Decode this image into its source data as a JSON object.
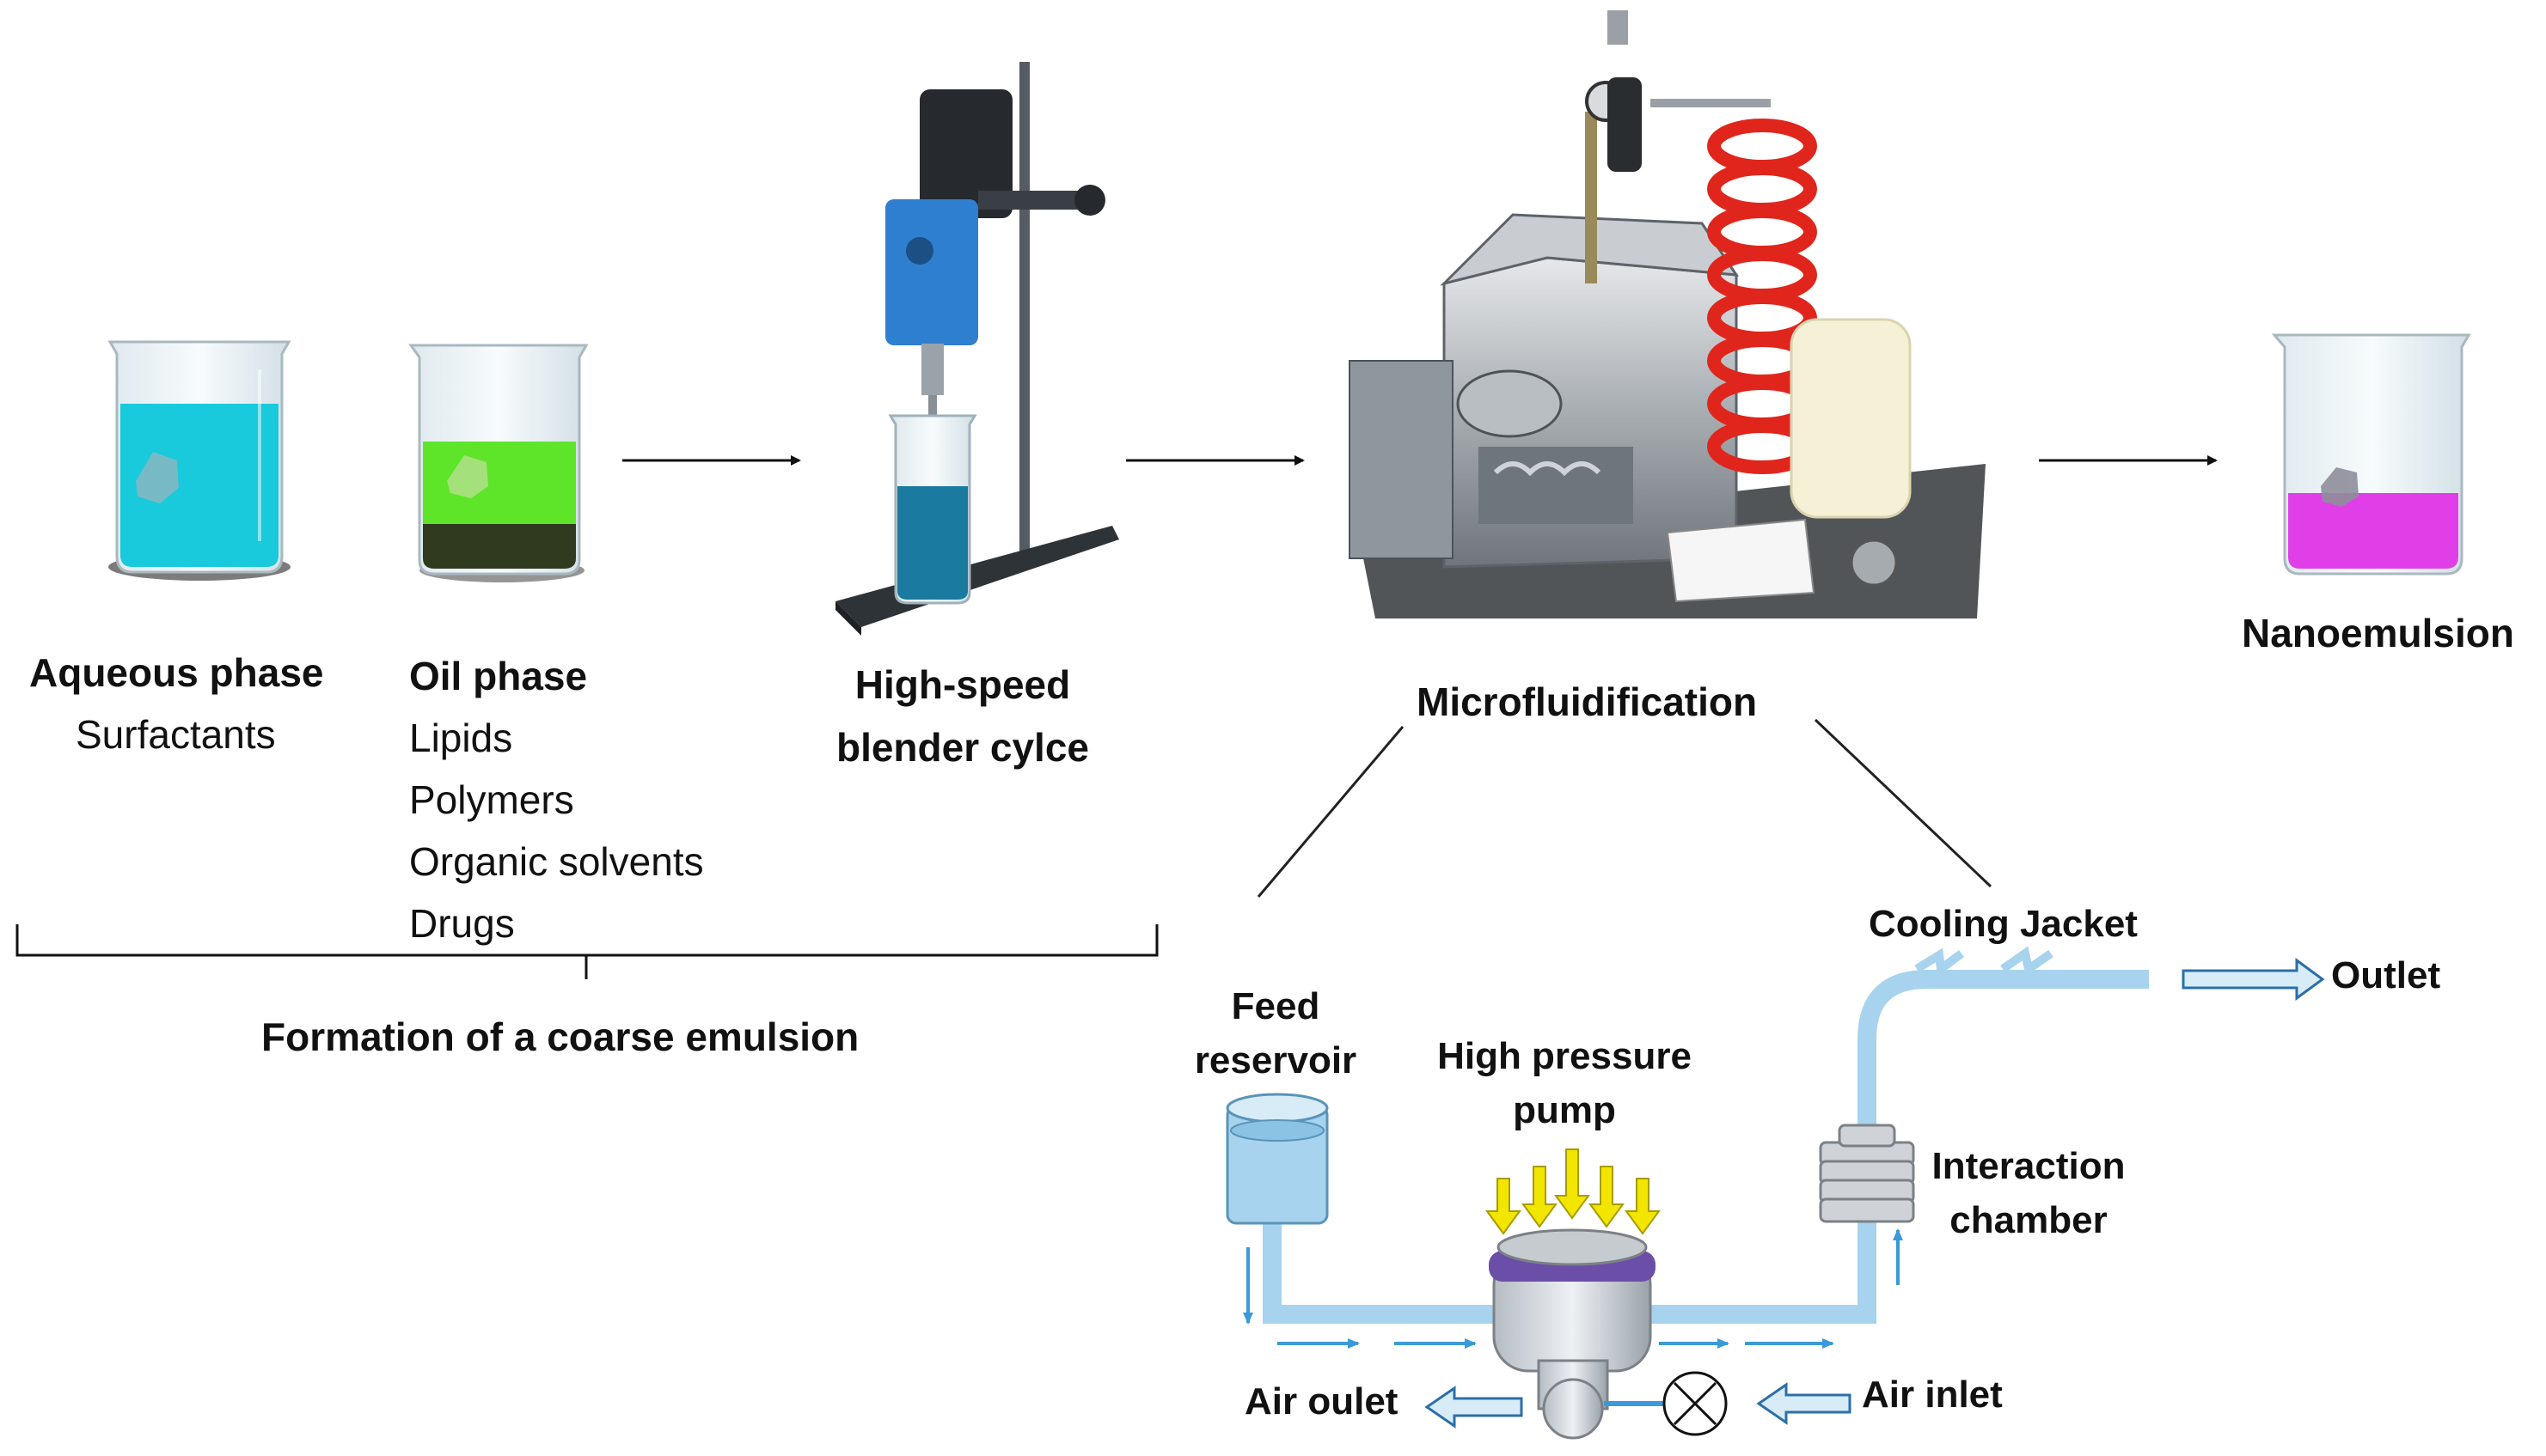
{
  "labels": {
    "aqueous_title": "Aqueous phase",
    "aqueous_items": [
      "Surfactants"
    ],
    "oil_title": "Oil phase",
    "oil_items": [
      "Lipids",
      "Polymers",
      "Organic solvents",
      "Drugs"
    ],
    "blender": [
      "High-speed",
      "blender cylce"
    ],
    "microfluidification": "Microfluidification",
    "nanoemulsion": "Nanoemulsion",
    "coarse_emulsion": "Formation  of a coarse  emulsion"
  },
  "schematic": {
    "feed_reservoir": [
      "Feed",
      "reservoir"
    ],
    "high_pressure_pump": [
      "High pressure",
      "pump"
    ],
    "cooling_jacket": "Cooling Jacket",
    "outlet": "Outlet",
    "interaction_chamber": [
      "Interaction",
      "chamber"
    ],
    "air_outlet": "Air oulet",
    "air_inlet": "Air inlet"
  },
  "colors": {
    "aqueous_liquid": "#19c9dc",
    "oil_liquid": "#5ee52a",
    "nanoemulsion_liquid": "#e03fe8",
    "blender_body": "#2f7fd0",
    "tube": "#a7d3ee",
    "flow_arrow": "#3a9ad9",
    "pump_band": "#6b4ea8",
    "pump_arrow": "#f2e500",
    "hose": "#e0261c"
  }
}
